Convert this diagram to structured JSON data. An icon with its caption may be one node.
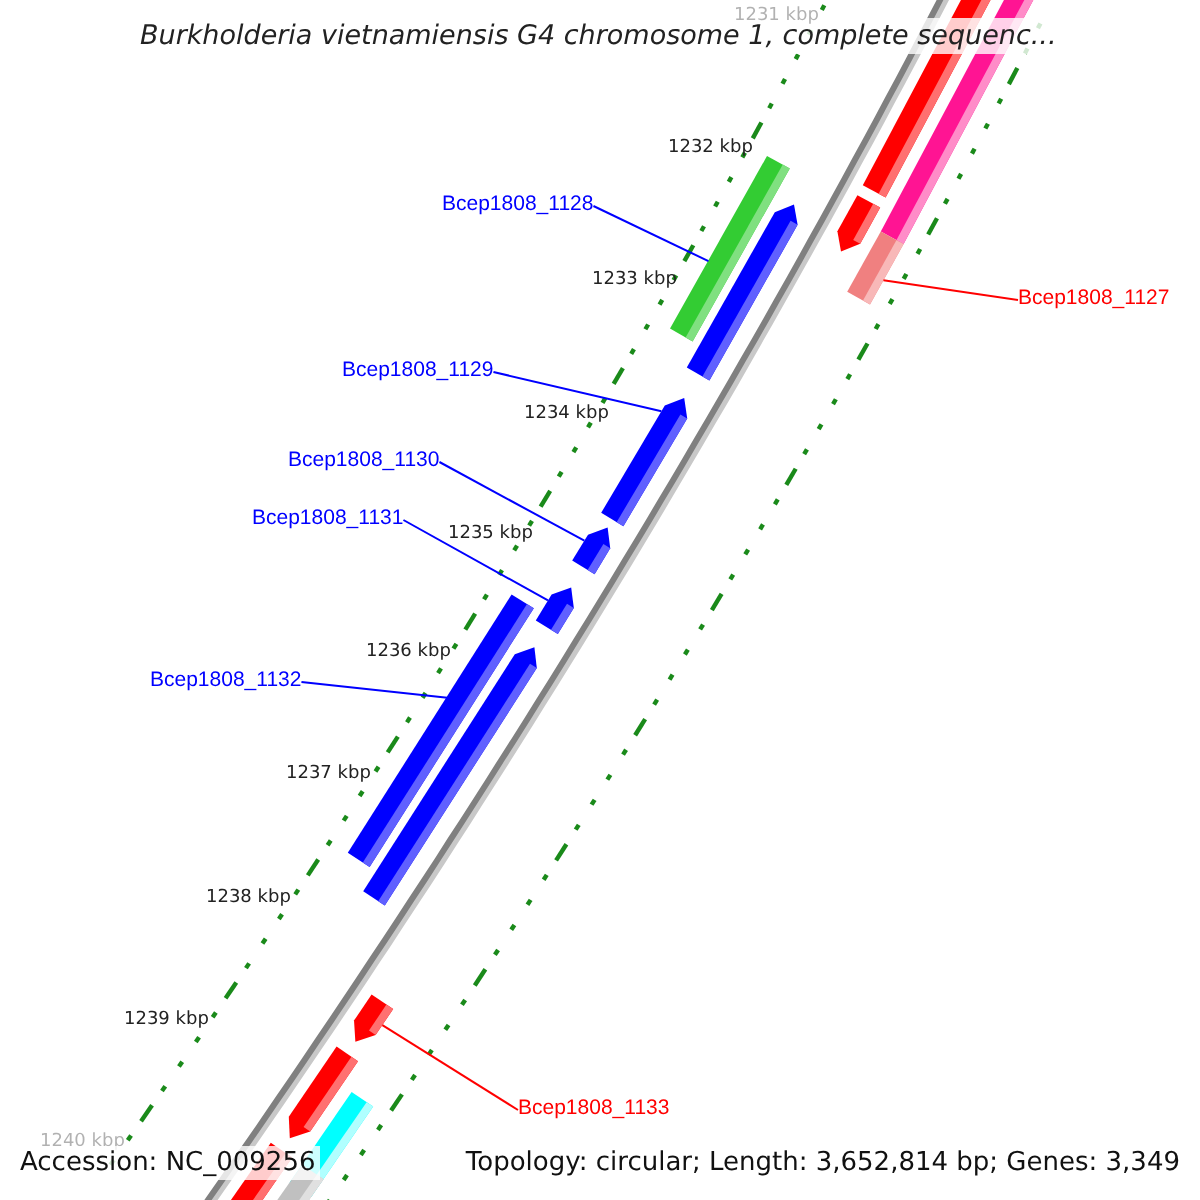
{
  "diagram": {
    "title": "Burkholderia vietnamiensis G4 chromosome 1, complete sequenc...",
    "nodes": [
      {
        "text": [
          "Bcep1808_1128"
        ]
      },
      {
        "text": [
          "Bcep1808_1127"
        ]
      },
      {
        "text": [
          "Bcep1808_1129"
        ]
      },
      {
        "text": [
          "Bcep1808_1130"
        ]
      },
      {
        "text": [
          "Bcep1808_1131"
        ]
      },
      {
        "text": [
          "Bcep1808_1132"
        ]
      },
      {
        "text": [
          "Bcep1808_1133"
        ]
      },
      {
        "text": [],
        "shape": "bar"
      },
      {
        "text": [],
        "shape": "bar"
      },
      {
        "text": [],
        "shape": "pentagon"
      },
      {
        "text": [],
        "shape": "pentagon"
      },
      {
        "text": [],
        "shape": "pentagon"
      },
      {
        "text": [],
        "shape": "bar"
      },
      {
        "text": [],
        "shape": "pentagon"
      }
    ],
    "edges": [
      {
        "from": 0,
        "to": 7,
        "arrow": "none",
        "color": "#0000ff"
      },
      {
        "from": 1,
        "to": 8,
        "arrow": "none",
        "color": "#ff0000"
      },
      {
        "from": 2,
        "to": 9,
        "arrow": "none",
        "color": "#0000ff"
      },
      {
        "from": 3,
        "to": 10,
        "arrow": "none",
        "color": "#0000ff"
      },
      {
        "from": 4,
        "to": 11,
        "arrow": "none",
        "color": "#0000ff"
      },
      {
        "from": 5,
        "to": 12,
        "arrow": "none",
        "color": "#0000ff"
      },
      {
        "from": 6,
        "to": 13,
        "arrow": "none",
        "color": "#ff0000"
      }
    ],
    "labels": [
      "1231 kbp",
      "1232 kbp",
      "1233 kbp",
      "1234 kbp",
      "1235 kbp",
      "1236 kbp",
      "1237 kbp",
      "1238 kbp",
      "1239 kbp",
      "1240 kbp",
      "Accession: NC_009256",
      "Topology: circular; Length: 3,652,814 bp; Genes: 3,349"
    ]
  }
}
